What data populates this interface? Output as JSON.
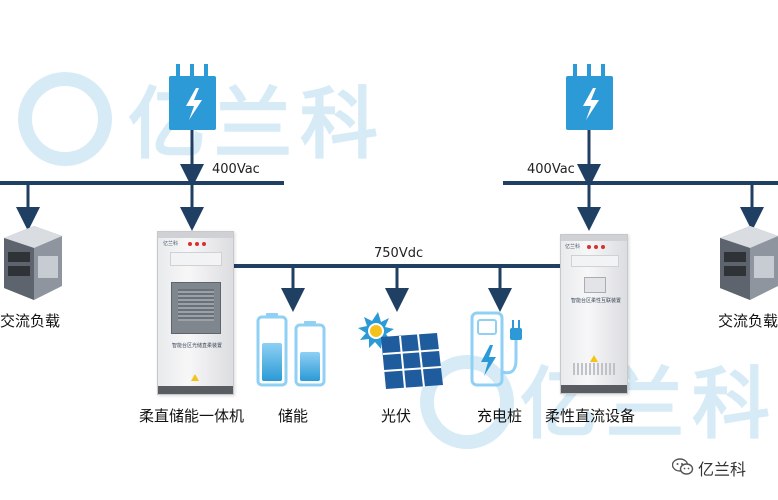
{
  "watermark": {
    "text_left": "亿兰科",
    "text_right": "亿兰科"
  },
  "voltages": {
    "ac_left": "400Vac",
    "ac_right": "400Vac",
    "dc": "750Vdc"
  },
  "labels": {
    "ac_load_left": "交流负载",
    "ac_load_right": "交流负载",
    "cabinet_left": "柔直储能一体机",
    "storage": "储能",
    "pv": "光伏",
    "charger": "充电桩",
    "cabinet_right": "柔性直流设备"
  },
  "cabinet_plates": {
    "left": "智能台区光储直柔装置",
    "right": "智能台区柔性互联装置"
  },
  "brand": {
    "cabinet_mark": "亿兰科",
    "wechat_name": "亿兰科",
    "wechat_icon": "wechat-icon"
  },
  "colors": {
    "line": "#1f3f63",
    "accent": "#2b9ad6",
    "watermark": "#d7ebf7",
    "warn": "#f4c21b"
  }
}
